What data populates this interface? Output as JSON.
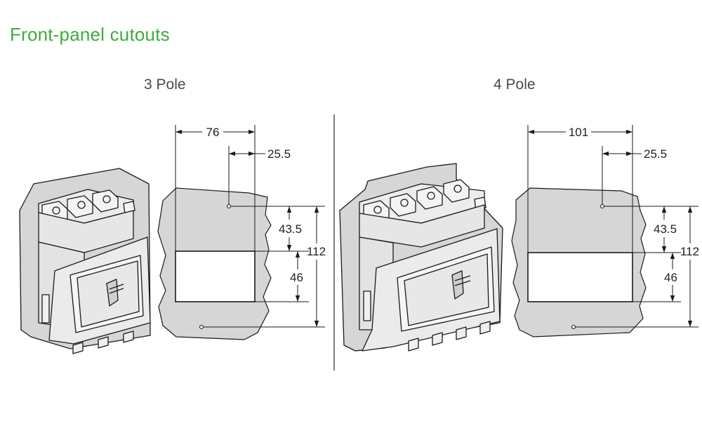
{
  "page": {
    "title": "Front-panel cutouts"
  },
  "panels": [
    {
      "title": "3 Pole",
      "dims": {
        "width": "76",
        "hole_offset": "25.5",
        "top_to_cutout": "43.5",
        "cutout_height": "46",
        "total_height": "112"
      }
    },
    {
      "title": "4 Pole",
      "dims": {
        "width": "101",
        "hole_offset": "25.5",
        "top_to_cutout": "43.5",
        "cutout_height": "46",
        "total_height": "112"
      }
    }
  ],
  "colors": {
    "title": "#3eab3c",
    "panel_fill": "#d6d6d6",
    "line": "#1a1a1a",
    "divider": "#555555"
  }
}
